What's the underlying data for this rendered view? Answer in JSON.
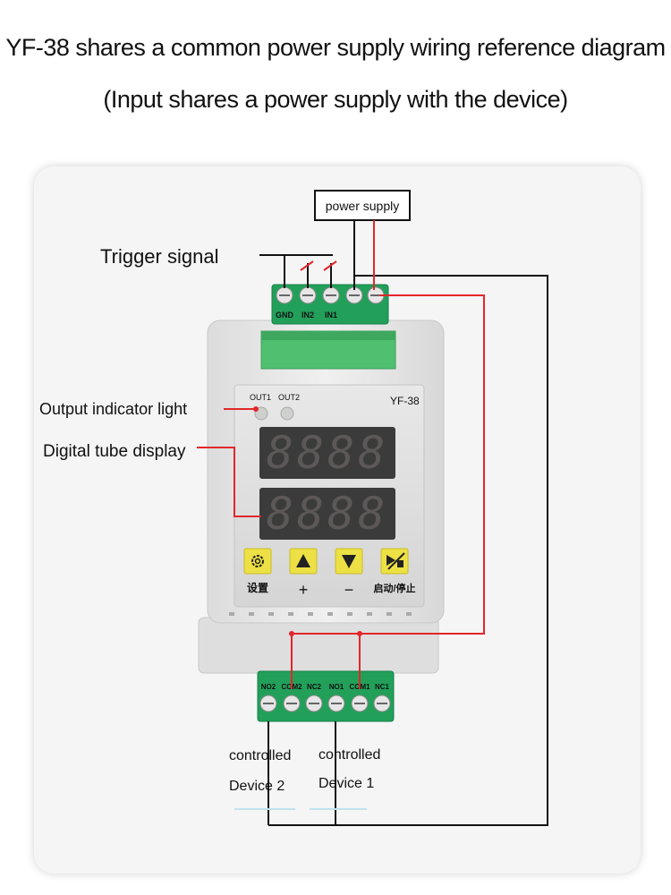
{
  "header": {
    "title": "YF-38 shares a common power supply wiring reference diagram",
    "subtitle": "(Input shares a power supply with the device)"
  },
  "diagram": {
    "power_supply": "power supply",
    "trigger_signal": "Trigger signal",
    "output_indicator_light": "Output indicator light",
    "digital_tube_display": "Digital tube display",
    "model": "YF-38",
    "out1": "OUT1",
    "out2": "OUT2",
    "display_top": "8888",
    "display_bottom": "8888",
    "input_terminals": [
      "GND",
      "IN2",
      "IN1"
    ],
    "output_terminals": [
      "NO2",
      "COM2",
      "NC2",
      "NO1",
      "COM1",
      "NC1"
    ],
    "buttons": [
      {
        "label": "设置",
        "icon": "gear-icon"
      },
      {
        "label": "+",
        "icon": "arrow-up-icon"
      },
      {
        "label": "−",
        "icon": "arrow-down-icon"
      },
      {
        "label": "启动/停止",
        "icon": "start-stop-icon"
      }
    ],
    "device2_line1": "controlled",
    "device2_line2": "Device 2",
    "device1_line1": "controlled",
    "device1_line2": "Device 1",
    "colors": {
      "red_wire": "#e3262b",
      "black_wire": "#111111",
      "terminal_green": "#22a05a",
      "button_yellow": "#ece044",
      "display_bg": "#3a3b3a"
    }
  }
}
